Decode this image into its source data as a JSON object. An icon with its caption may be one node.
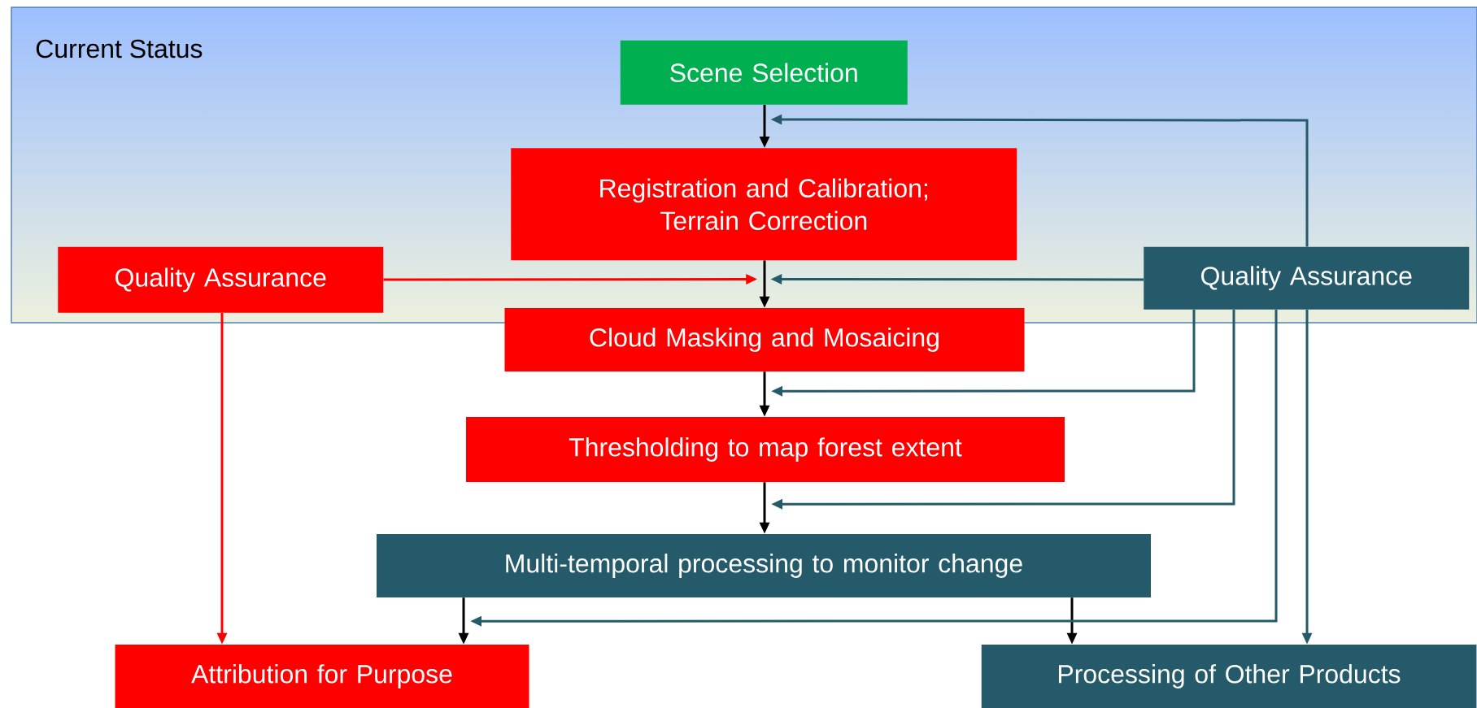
{
  "diagram": {
    "nodes": [
      {
        "text": [
          "Current Status"
        ]
      },
      {
        "text": [
          "Scene Selection"
        ],
        "in": 0
      },
      {
        "text": [
          "Registration and Calibration; Terrain Correction"
        ],
        "in": 0
      },
      {
        "text": [
          "Quality Assurance"
        ],
        "in": 0
      },
      {
        "text": [
          "Quality Assurance"
        ],
        "in": 0
      },
      {
        "text": [
          "Cloud Masking and Mosaicing"
        ]
      },
      {
        "text": [
          "Thresholding to map forest extent"
        ]
      },
      {
        "text": [
          "Multi-temporal processing to monitor change"
        ]
      },
      {
        "text": [
          "Attribution for Purpose"
        ]
      },
      {
        "text": [
          "Processing of Other Products"
        ]
      }
    ],
    "edges": [
      {
        "from": 1,
        "to": 2,
        "arrow": "to"
      },
      {
        "from": 4,
        "to": 1,
        "arrow": "to",
        "color": "#245a69"
      },
      {
        "from": 2,
        "to": 5,
        "arrow": "to"
      },
      {
        "from": 3,
        "to": 2,
        "arrow": "to",
        "color": "#ff0000"
      },
      {
        "from": 4,
        "to": 2,
        "arrow": "to",
        "color": "#245a69"
      },
      {
        "from": 5,
        "to": 6,
        "arrow": "to"
      },
      {
        "from": 4,
        "to": 5,
        "arrow": "to",
        "color": "#245a69"
      },
      {
        "from": 6,
        "to": 7,
        "arrow": "to"
      },
      {
        "from": 4,
        "to": 6,
        "arrow": "to",
        "color": "#245a69"
      },
      {
        "from": 7,
        "to": 8,
        "arrow": "to"
      },
      {
        "from": 7,
        "to": 9,
        "arrow": "to"
      },
      {
        "from": 4,
        "to": 7,
        "arrow": "to",
        "color": "#245a69"
      },
      {
        "from": 3,
        "to": 8,
        "arrow": "to",
        "color": "#ff0000"
      },
      {
        "from": 4,
        "to": 9,
        "arrow": "to",
        "color": "#245a69"
      }
    ]
  }
}
